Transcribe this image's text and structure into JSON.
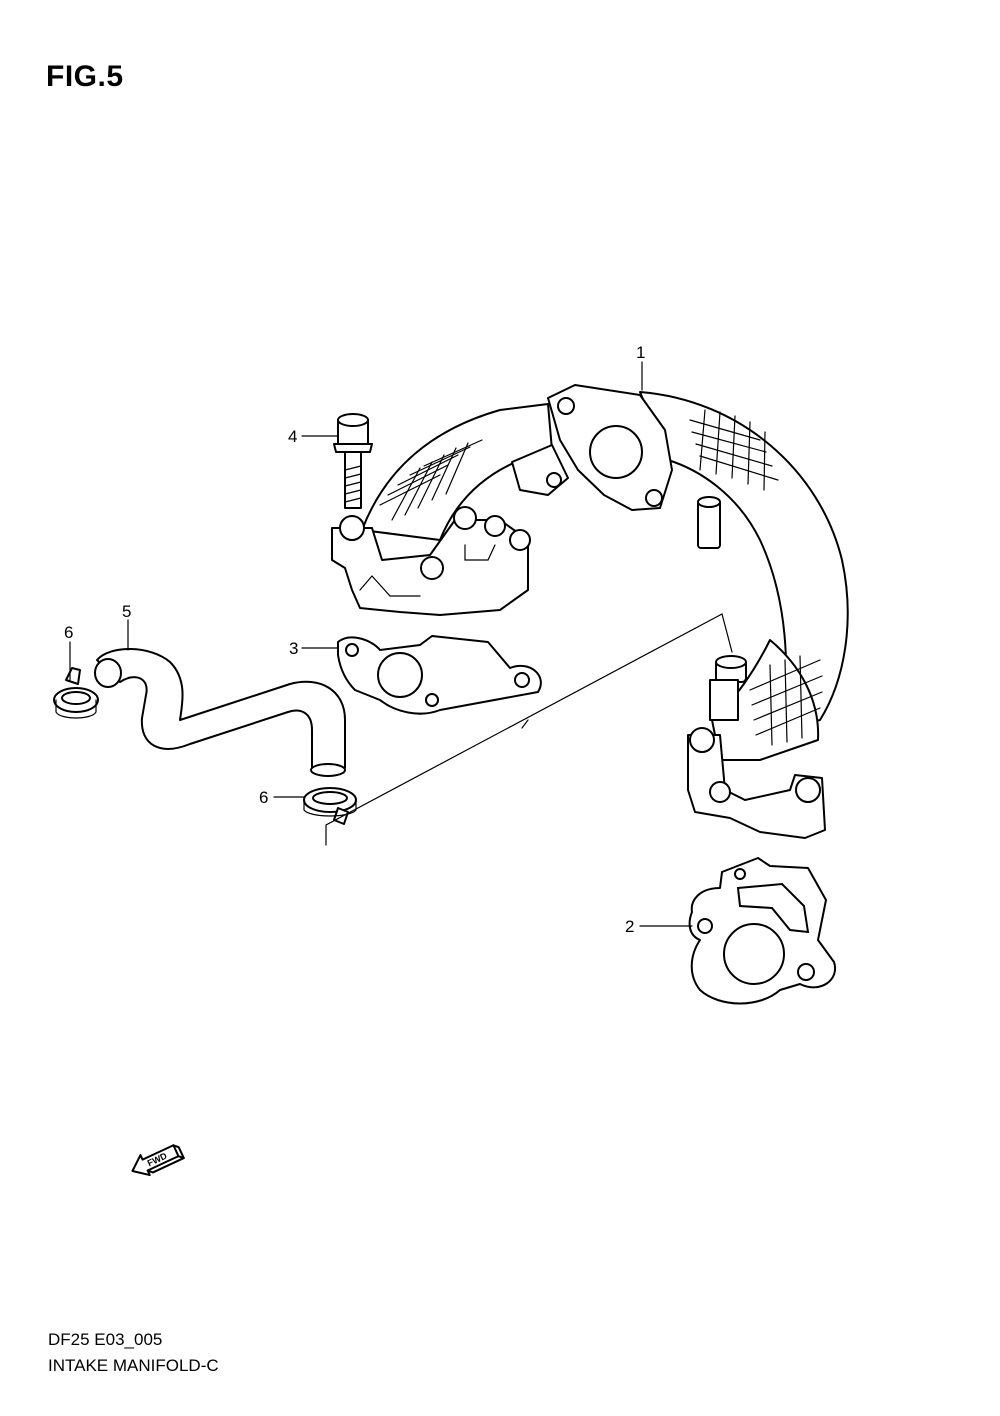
{
  "figure": {
    "title": "FIG.5"
  },
  "callouts": [
    {
      "id": "1",
      "label": "1"
    },
    {
      "id": "2",
      "label": "2"
    },
    {
      "id": "3",
      "label": "3"
    },
    {
      "id": "4",
      "label": "4"
    },
    {
      "id": "5",
      "label": "5"
    },
    {
      "id": "6a",
      "label": "6"
    },
    {
      "id": "6b",
      "label": "6"
    }
  ],
  "fwd_indicator": {
    "label": "FWD",
    "icon": "fwd-arrow-icon"
  },
  "footer": {
    "code": "DF25 E03_005",
    "name": "INTAKE MANIFOLD-C"
  }
}
